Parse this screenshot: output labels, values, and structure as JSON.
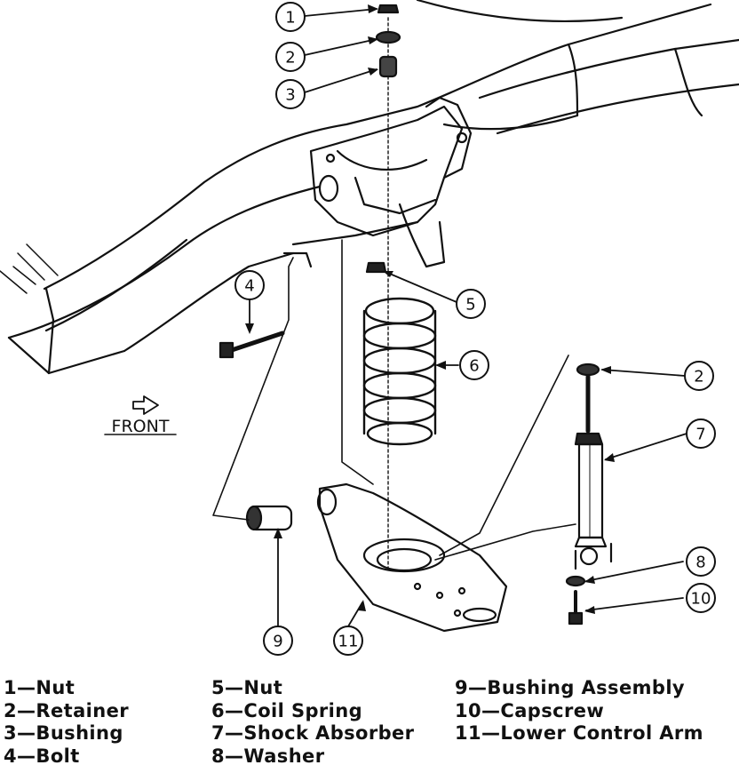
{
  "diagram": {
    "front_label": "FRONT",
    "callouts": [
      "1",
      "2",
      "3",
      "4",
      "5",
      "6",
      "2",
      "7",
      "8",
      "10",
      "9",
      "11"
    ]
  },
  "legend": {
    "col1": [
      "1—Nut",
      "2—Retainer",
      "3—Bushing",
      "4—Bolt"
    ],
    "col2": [
      "5—Nut",
      "6—Coil Spring",
      "7—Shock Absorber",
      "8—Washer"
    ],
    "col3": [
      "9—Bushing Assembly",
      "10—Capscrew",
      "11—Lower Control Arm"
    ]
  }
}
